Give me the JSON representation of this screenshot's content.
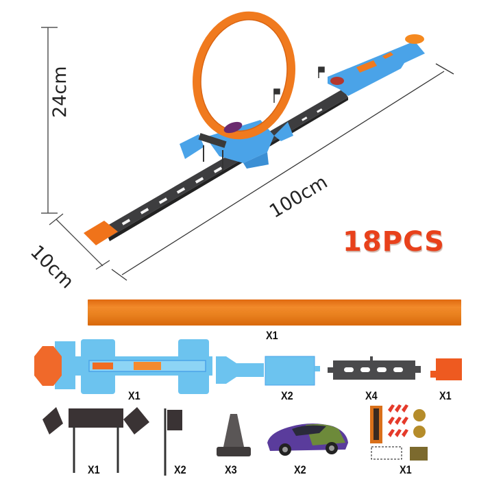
{
  "dimensions": {
    "height": "24cm",
    "depth": "10cm",
    "length": "100cm"
  },
  "badge": {
    "piece_count": "18PCS",
    "color": "#e8411b"
  },
  "assembled_set": {
    "description": "loop track set with launcher, straight tracks, flags and cars",
    "colors": {
      "loop": "#f07a1e",
      "base": "#4aa3e8",
      "track": "#3d3d3f",
      "end_cap": "#f0731a"
    }
  },
  "parts": [
    {
      "name": "long orange flexible track",
      "quantity": "X1"
    },
    {
      "name": "blue launcher with orange knob",
      "quantity": "X1"
    },
    {
      "name": "blue connector ramp",
      "quantity": "X2"
    },
    {
      "name": "black straight track",
      "quantity": "X4"
    },
    {
      "name": "orange end cap",
      "quantity": "X1"
    },
    {
      "name": "finish line gate with flags",
      "quantity": "X1"
    },
    {
      "name": "single flag pole",
      "quantity": "X2"
    },
    {
      "name": "traffic cone",
      "quantity": "X3"
    },
    {
      "name": "die-cast car",
      "quantity": "X2"
    },
    {
      "name": "sticker sheet",
      "quantity": "X1"
    }
  ]
}
